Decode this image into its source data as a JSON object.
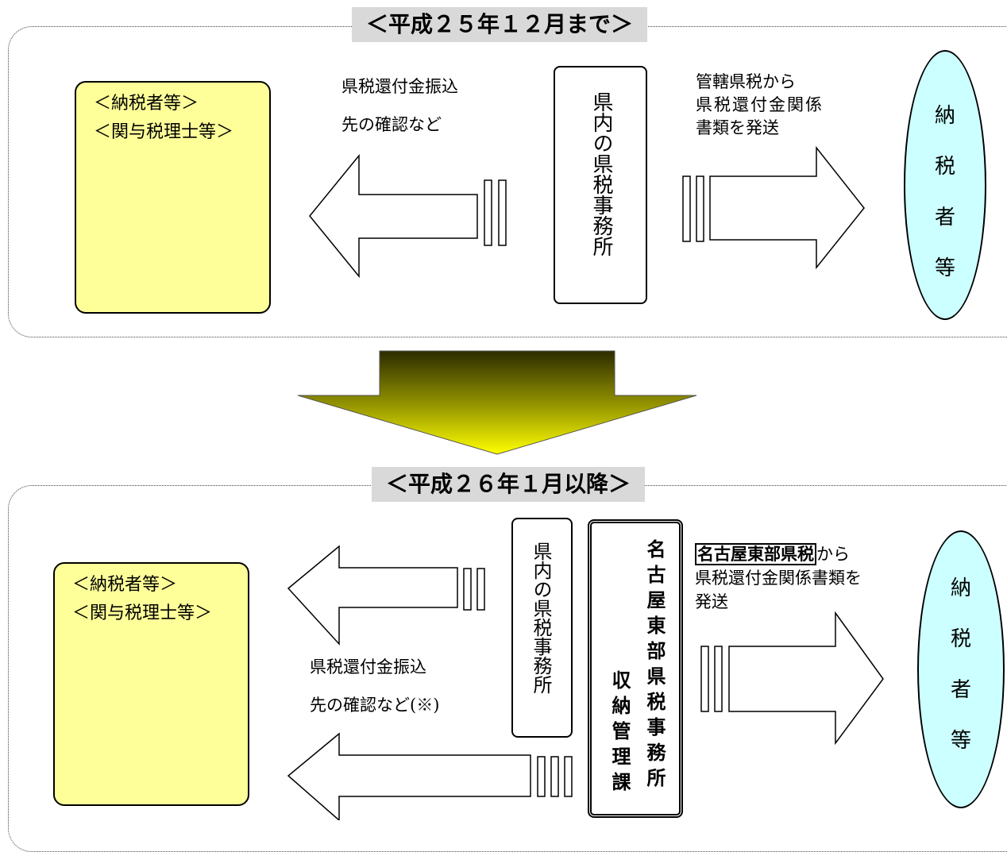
{
  "top": {
    "title": "＜平成２５年１２月まで＞",
    "party_line1": "＜納税者等＞",
    "party_line2": "＜関与税理士等＞",
    "left_note_line1": "県税還付金振込",
    "left_note_line2": "先の確認など",
    "office": "県内の県税事務所",
    "right_note_line1": "管轄県税から",
    "right_note_line2": "県税還付金関係",
    "right_note_line3": "書類を発送",
    "taxpayer": [
      "納",
      "税",
      "者",
      "等"
    ]
  },
  "bottom": {
    "title": "＜平成２６年１月以降＞",
    "party_line1": "＜納税者等＞",
    "party_line2": "＜関与税理士等＞",
    "office": "県内の県税事務所",
    "central_office_col1": "名古屋東部県税事務所",
    "central_office_col2": "収納管理課",
    "left_note_line1": "県税還付金振込",
    "left_note_line2": "先の確認など(※)",
    "right_note_highlight": "名古屋東部県税",
    "right_note_suffix": "から",
    "right_note_line2": "県税還付金関係書類を",
    "right_note_line3": "発送",
    "taxpayer": [
      "納",
      "税",
      "者",
      "等"
    ]
  },
  "colors": {
    "party_fill": "#ffff99",
    "taxpayer_fill": "#ccffff",
    "title_fill": "#d9d9d9",
    "transition_arrow_top": "#2b2b00",
    "transition_arrow_bottom": "#ffff00"
  },
  "icons": {
    "person": "businessman-with-calculator-icon"
  }
}
